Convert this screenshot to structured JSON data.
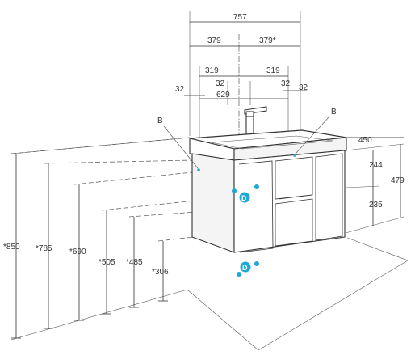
{
  "colors": {
    "line": "#333333",
    "marker": "#1ea8d6"
  },
  "dimensions": {
    "top": {
      "overall": "757",
      "left_half": "379",
      "right_half": "379*",
      "left_inner": "319",
      "right_inner": "319",
      "left_offset": "32",
      "center_left_offset": "32",
      "center_right_offset": "32",
      "right_offset": "32",
      "hole_spacing": "629"
    },
    "right": {
      "depth": "450",
      "upper_height": "244",
      "lower_height": "235",
      "total_height": "479"
    },
    "left": {
      "h850": "*850",
      "h785": "*785",
      "h690": "*690",
      "h505": "*505",
      "h485": "*485",
      "h306": "*306"
    }
  },
  "labels": {
    "b_left": "B",
    "b_right": "B",
    "marker_d_front": "D",
    "marker_d_floor": "D"
  }
}
